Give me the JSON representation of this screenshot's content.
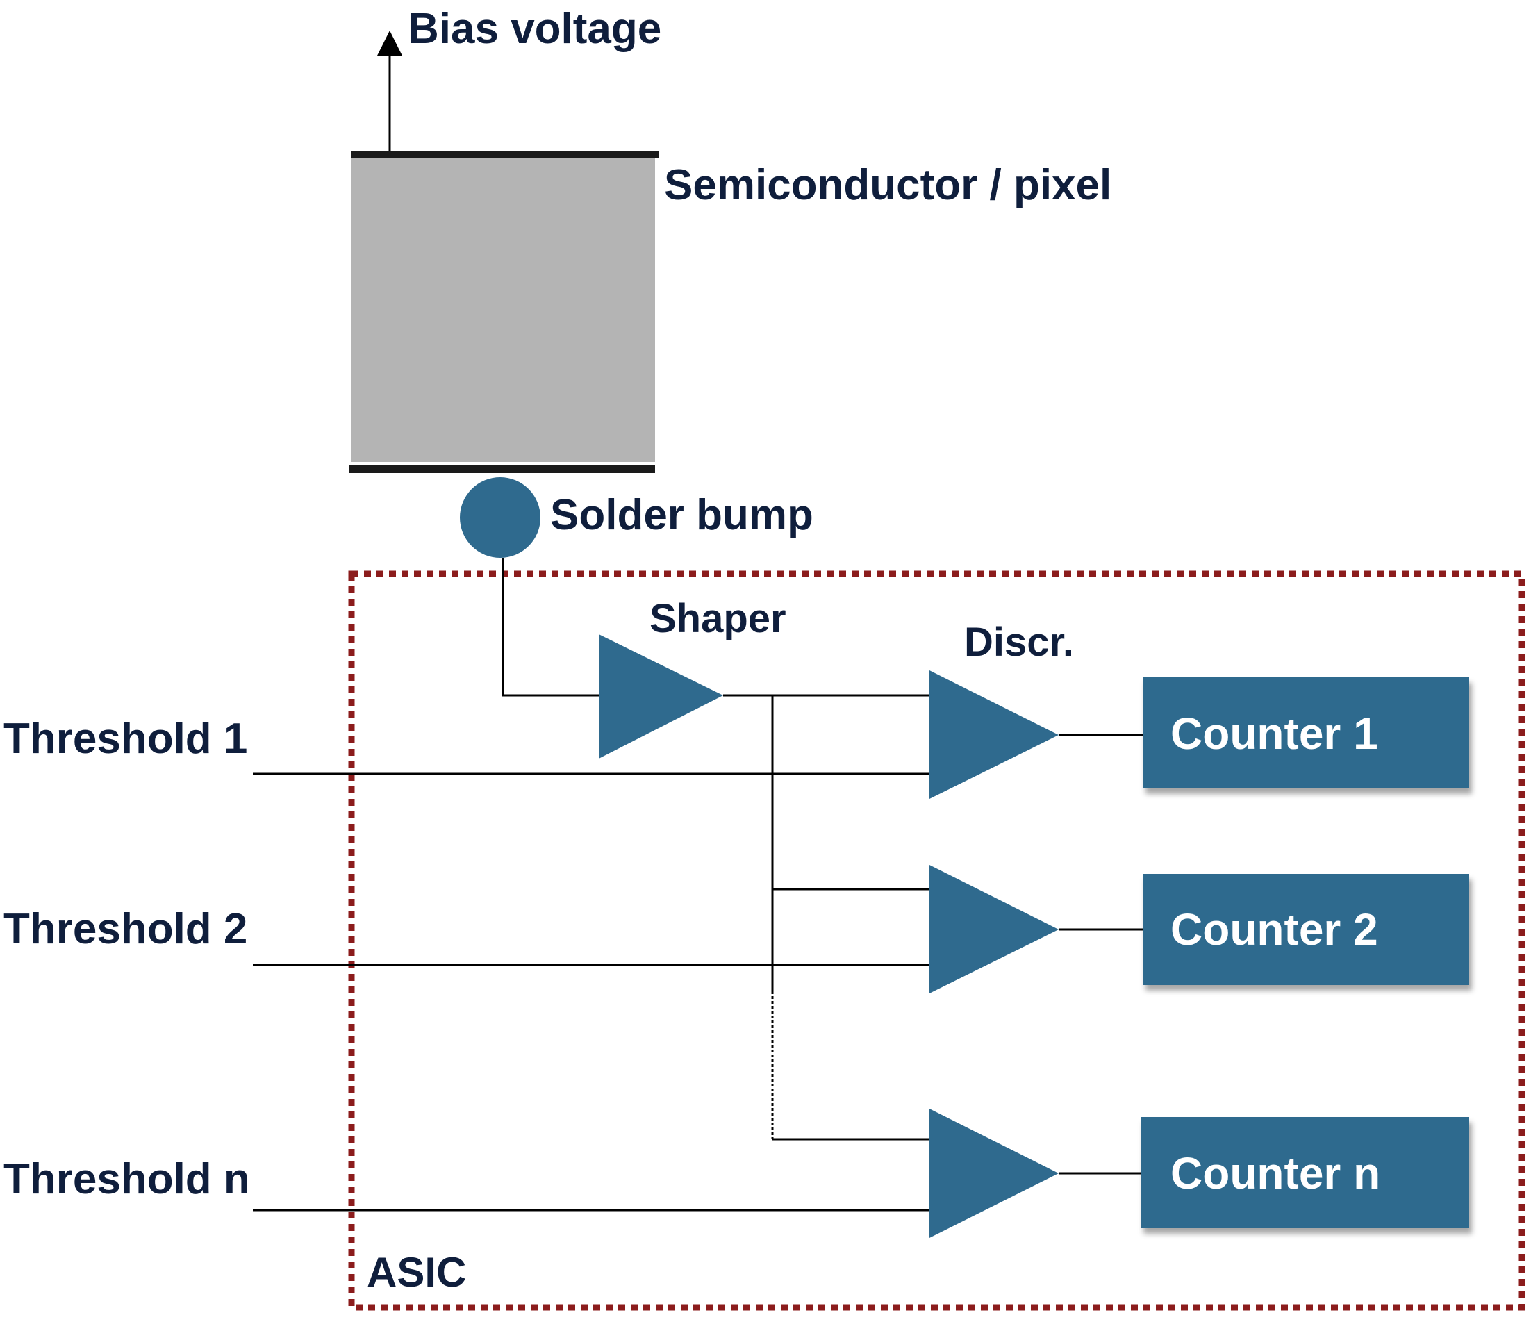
{
  "labels": {
    "bias_voltage": "Bias voltage",
    "semiconductor": "Semiconductor / pixel",
    "solder_bump": "Solder bump",
    "shaper": "Shaper",
    "discr": "Discr.",
    "asic": "ASIC"
  },
  "thresholds": [
    "Threshold 1",
    "Threshold 2",
    "Threshold n"
  ],
  "counters": [
    "Counter 1",
    "Counter 2",
    "Counter n"
  ],
  "colors": {
    "text": "#0f1e3c",
    "component": "#2f6a8e",
    "semiconductor": "#b4b4b4",
    "asic_border": "#8b1c1c"
  }
}
